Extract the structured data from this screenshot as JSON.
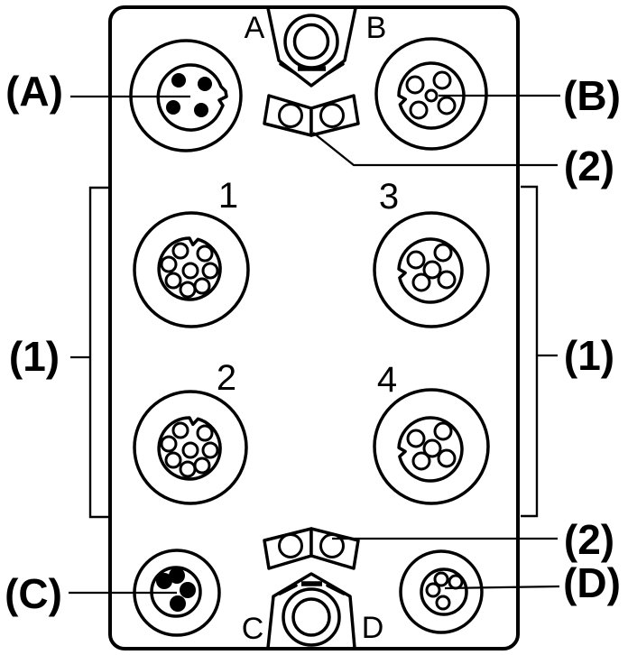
{
  "colors": {
    "line": "#000000",
    "background": "#ffffff"
  },
  "callouts": {
    "a": "(A)",
    "b": "(B)",
    "c": "(C)",
    "d": "(D)",
    "one": "(1)",
    "two": "(2)"
  },
  "mounting": {
    "top_left": "A",
    "top_right": "B",
    "bottom_left": "C",
    "bottom_right": "D"
  },
  "ports": {
    "one": "1",
    "two": "2",
    "three": "3",
    "four": "4"
  }
}
